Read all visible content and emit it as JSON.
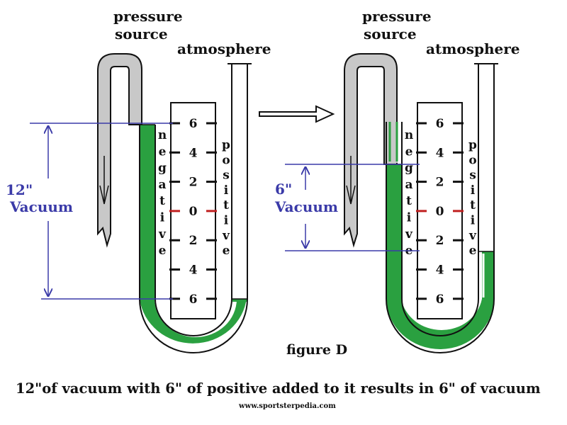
{
  "colors": {
    "fluid": "#2aa040",
    "pipe": "#c8c8c8",
    "dimension": "#3a3aa8",
    "zero_mark": "#c02020",
    "outline": "#111111"
  },
  "left_gauge": {
    "source_label_1": "pressure",
    "source_label_2": "source",
    "atmosphere_label": "atmosphere",
    "left_column_word": "negative",
    "right_column_word": "positive",
    "scale_labels": [
      "6",
      "4",
      "2",
      "0",
      "2",
      "4",
      "6"
    ],
    "reading_value": "12\"",
    "reading_unit": "Vacuum",
    "fluid_level_left_in": 6,
    "fluid_level_right_in": -6
  },
  "right_gauge": {
    "source_label_1": "pressure",
    "source_label_2": "source",
    "atmosphere_label": "atmosphere",
    "left_column_word": "negative",
    "right_column_word": "positive",
    "scale_labels": [
      "6",
      "4",
      "2",
      "0",
      "2",
      "4",
      "6"
    ],
    "reading_value": "6\"",
    "reading_unit": "Vacuum",
    "fluid_level_left_in": 3,
    "fluid_level_right_in": -3
  },
  "figure_label": "figure D",
  "caption": "12\"of vacuum with 6\" of positive added to it results in 6\" of vacuum",
  "website": "www.sportsterpedia.com"
}
